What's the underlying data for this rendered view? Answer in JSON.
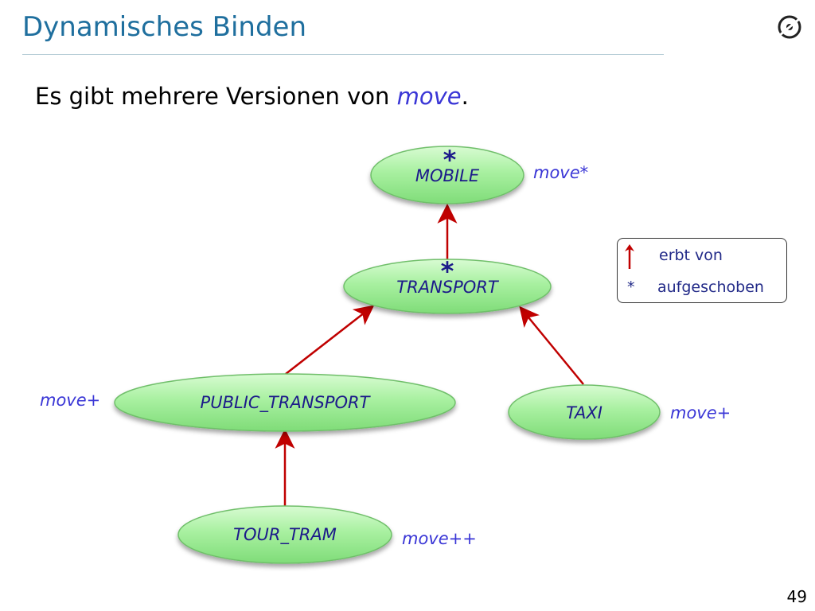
{
  "slide": {
    "title": "Dynamisches Binden",
    "lead_prefix": "Es gibt mehrere Versionen von ",
    "lead_keyword": "move",
    "lead_suffix": ".",
    "page_number": "49"
  },
  "diagram": {
    "nodes": [
      {
        "id": "mobile",
        "label": "MOBILE",
        "deferred_marker": "*",
        "feature": "move*"
      },
      {
        "id": "transport",
        "label": "TRANSPORT",
        "deferred_marker": "*",
        "feature": ""
      },
      {
        "id": "public_transport",
        "label": "PUBLIC_TRANSPORT",
        "deferred_marker": "",
        "feature": "move+"
      },
      {
        "id": "taxi",
        "label": "TAXI",
        "deferred_marker": "",
        "feature": "move+"
      },
      {
        "id": "tour_tram",
        "label": "TOUR_TRAM",
        "deferred_marker": "",
        "feature": "move++"
      }
    ],
    "edges": [
      {
        "from": "transport",
        "to": "mobile"
      },
      {
        "from": "public_transport",
        "to": "transport"
      },
      {
        "from": "taxi",
        "to": "transport"
      },
      {
        "from": "tour_tram",
        "to": "public_transport"
      }
    ],
    "colors": {
      "node_fill": "#a8f0a0",
      "node_stroke": "#6fbf6a",
      "arrow": "#c00000",
      "label": "#1c1a8a",
      "feature": "#3a36d6"
    }
  },
  "legend": {
    "inherits_label": "erbt von",
    "deferred_symbol": "*",
    "deferred_label": "aufgeschoben"
  }
}
